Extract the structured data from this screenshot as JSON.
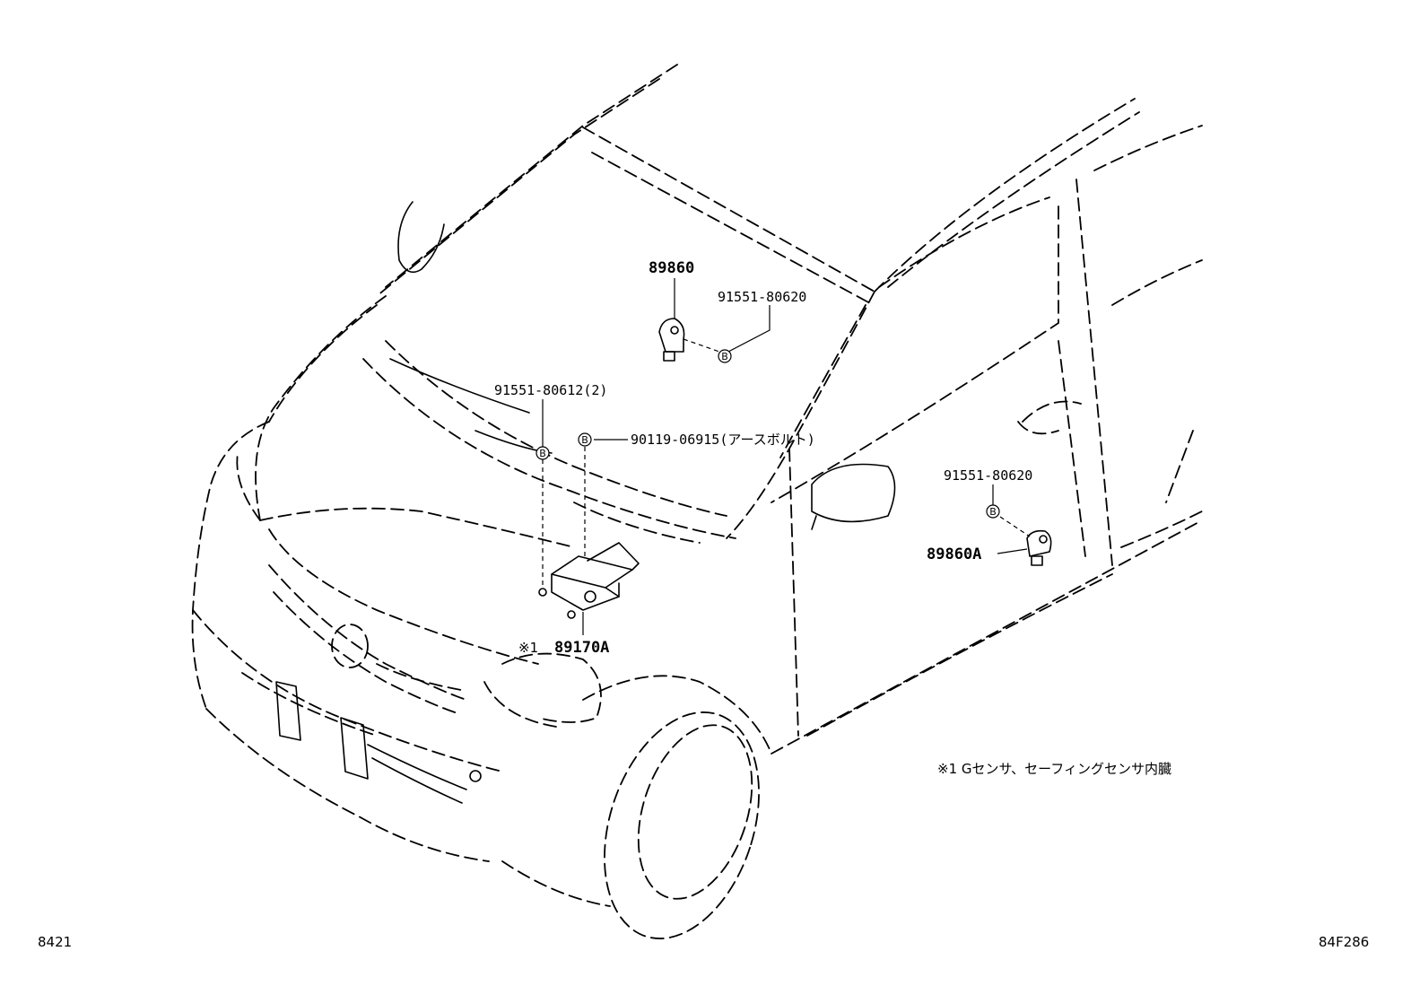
{
  "parts": {
    "sensor_front": "89860",
    "bolt_front_sensor": "91551-80620",
    "bolt_ecu": "91551-80612(2)",
    "ground_bolt": "90119-06915(アースボルト)",
    "bolt_side_sensor": "91551-80620",
    "sensor_side": "89860A",
    "ecu_mark": "※1",
    "ecu": "89170A"
  },
  "bolt_symbol": "B",
  "footnote": "※1 Gセンサ、セーフィングセンサ内臓",
  "corner_left": "8421",
  "corner_right": "84F286"
}
